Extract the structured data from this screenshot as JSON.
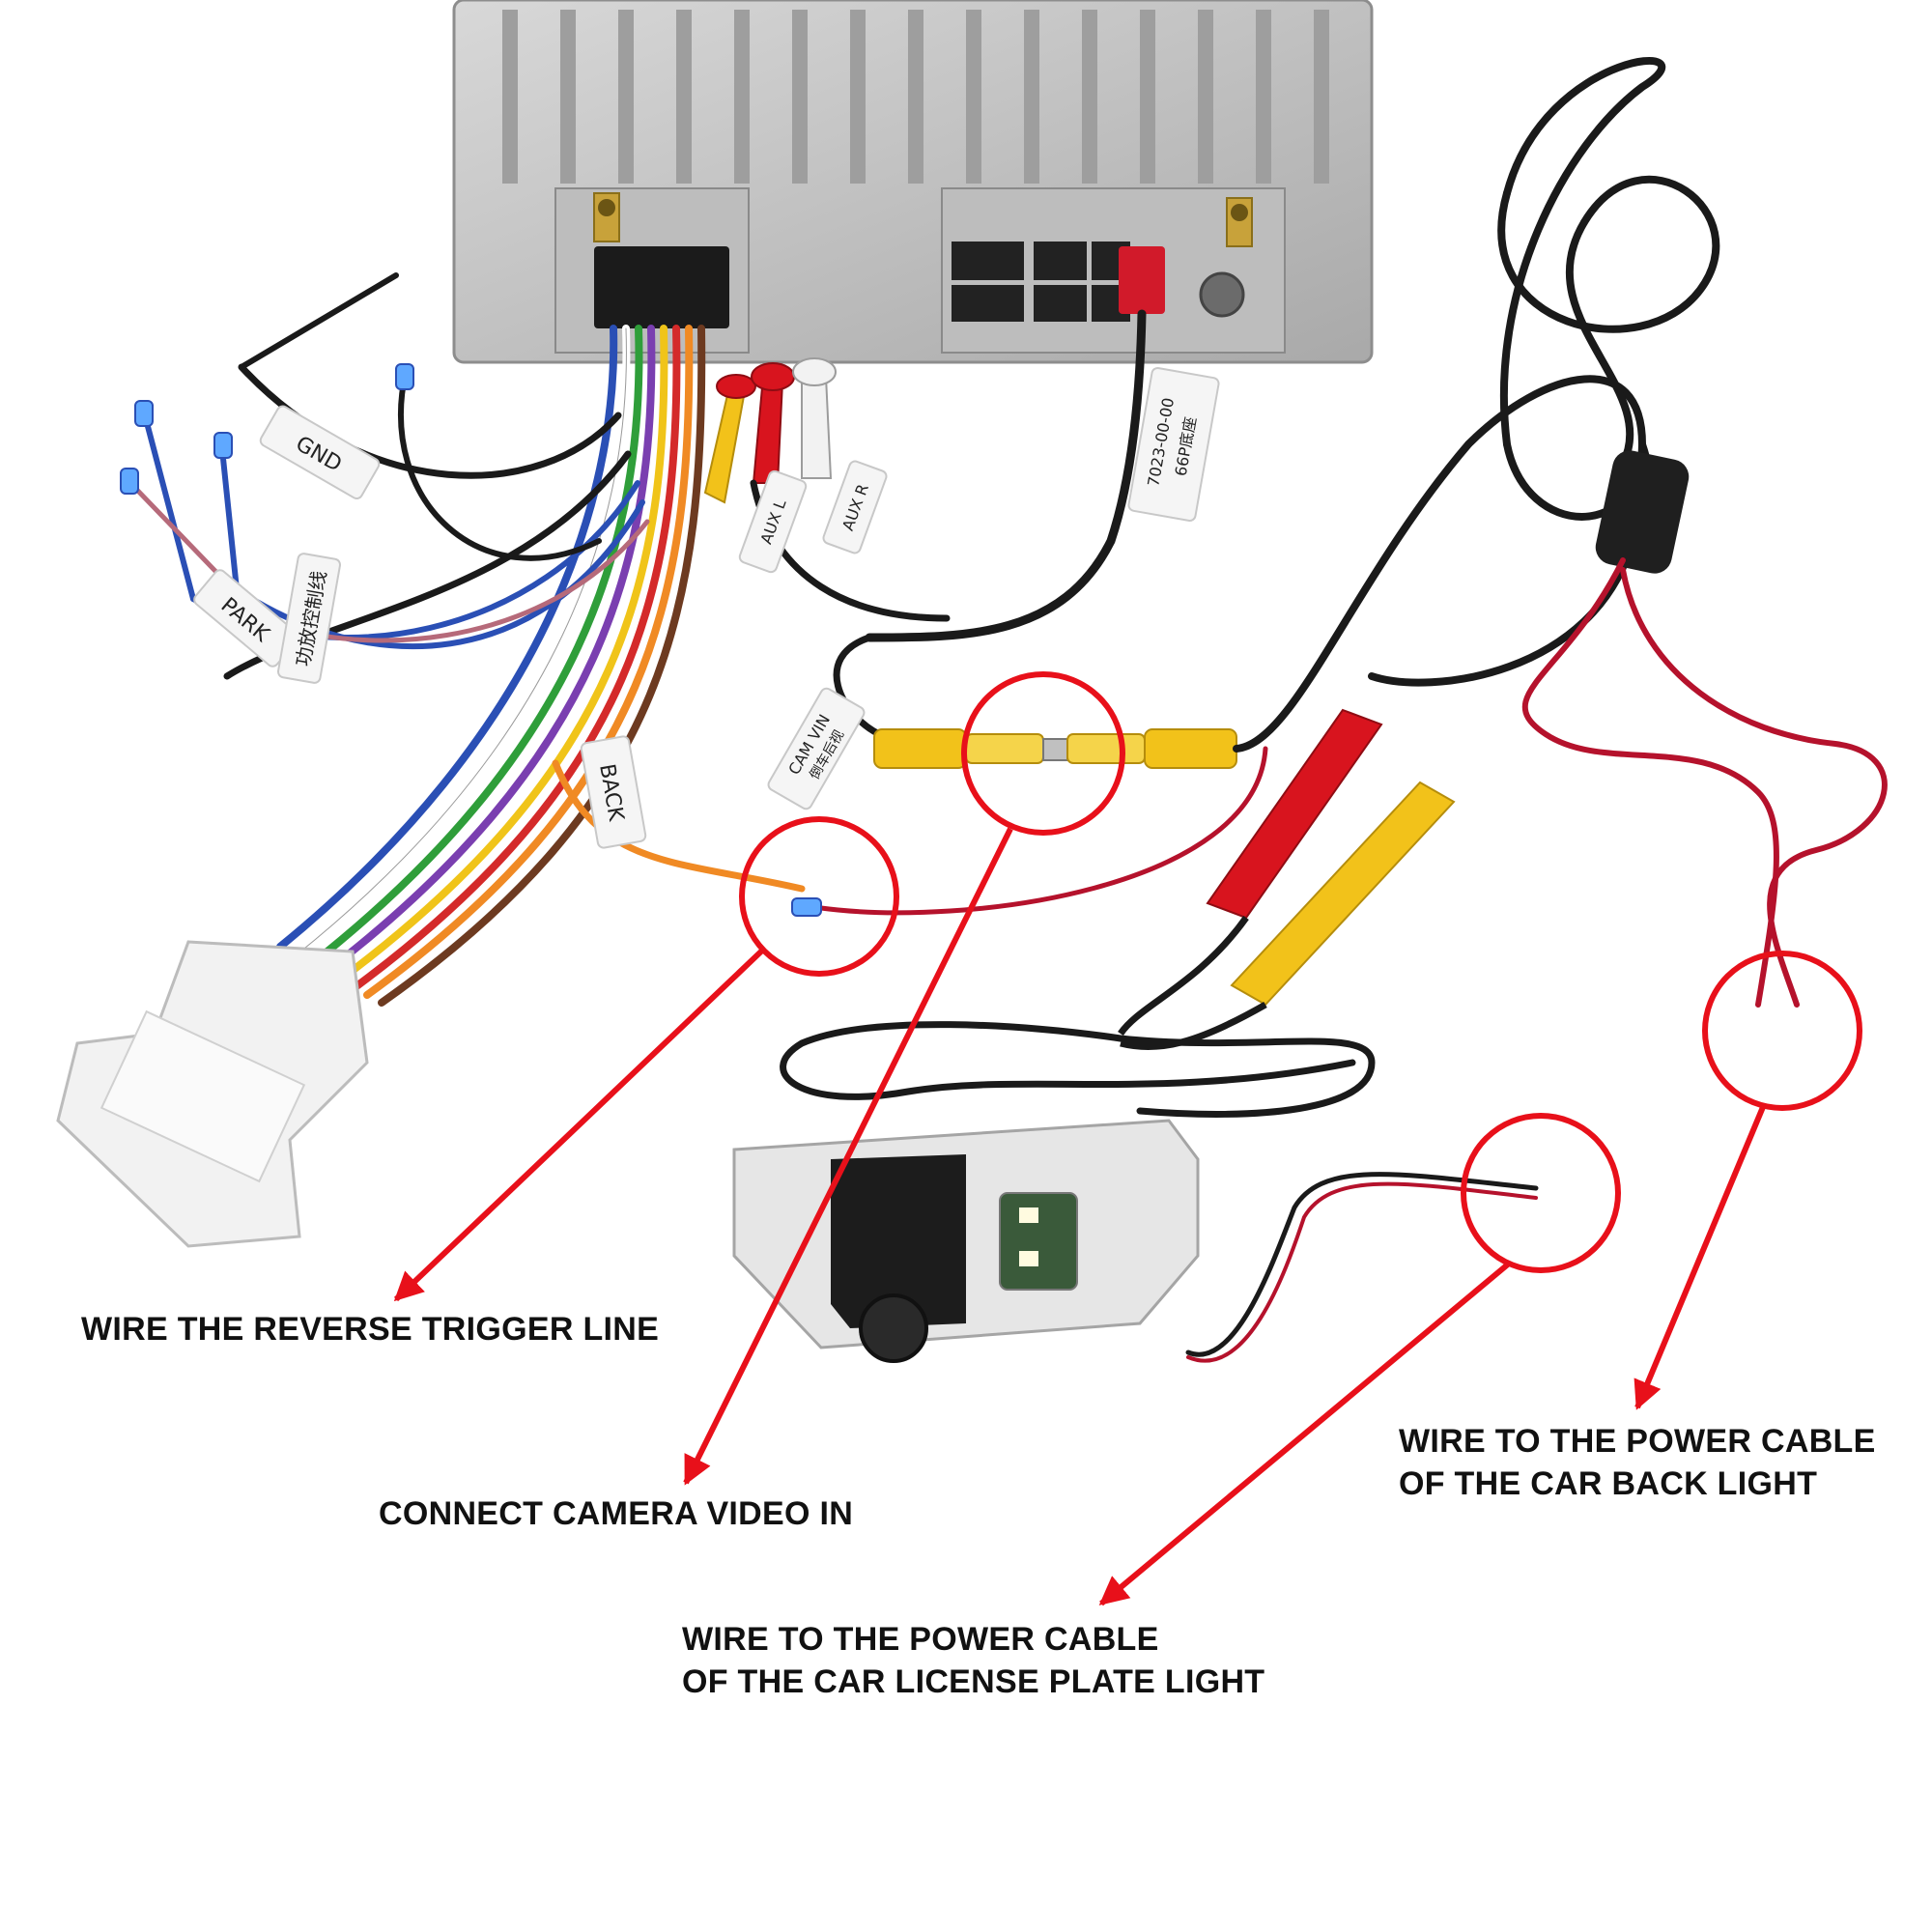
{
  "colors": {
    "annotation": "#e8101a",
    "caption_text": "#111111",
    "head_unit": "#c9c9c9",
    "rca_yellow": "#f2c21a",
    "rca_red": "#d8141e",
    "rca_white": "#f2f2f2",
    "cable_black": "#1a1a1a",
    "wire_red": "#b5122c",
    "wire_orange": "#f08a24",
    "wire_blue": "#2a4fb5"
  },
  "wire_tags": {
    "gnd": "GND",
    "park": "PARK",
    "chinese": "功放控制线",
    "back": "BACK",
    "cam_vin": "CAM VIN",
    "cam_vin_cn": "倒车后视",
    "aux_l": "AUX L",
    "aux_r": "AUX R",
    "harness_code": "7023-00-00",
    "harness_cn": "66P底座"
  },
  "captions": {
    "reverse": "WIRE THE REVERSE TRIGGER LINE",
    "video": "CONNECT CAMERA VIDEO IN",
    "backlight_1": "WIRE TO THE POWER CABLE",
    "backlight_2": "OF THE CAR BACK LIGHT",
    "plate_1": "WIRE TO THE POWER CABLE",
    "plate_2": "OF THE CAR LICENSE PLATE LIGHT"
  }
}
